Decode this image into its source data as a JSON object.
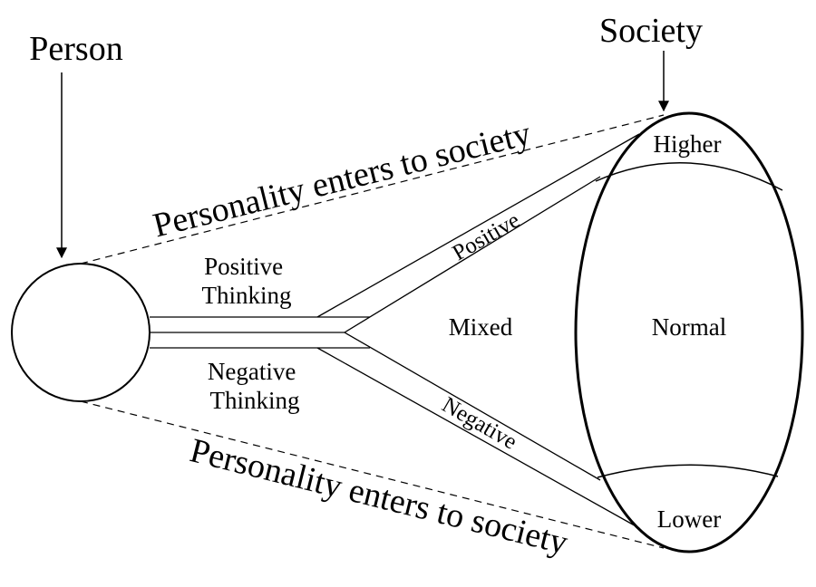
{
  "diagram": {
    "person_label": "Person",
    "society_label": "Society",
    "upper_path_label": "Personality enters to society",
    "lower_path_label": "Personality enters to society",
    "positive_thinking": [
      "Positive",
      "Thinking"
    ],
    "negative_thinking": [
      "Negative",
      "Thinking"
    ],
    "positive_branch": "Positive",
    "negative_branch": "Negative",
    "mixed_label": "Mixed",
    "society_levels": {
      "higher": "Higher",
      "normal": "Normal",
      "lower": "Lower"
    },
    "colors": {
      "stroke": "#000000",
      "background": "#ffffff"
    }
  }
}
